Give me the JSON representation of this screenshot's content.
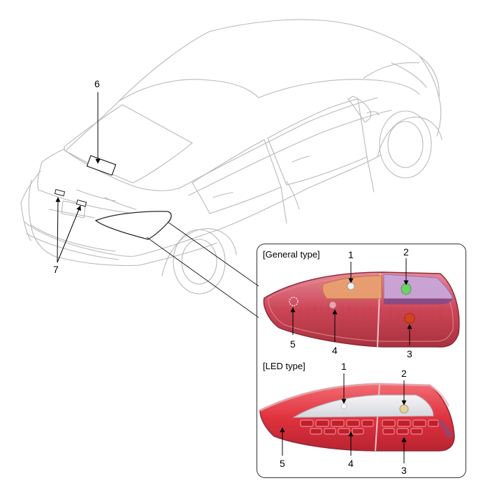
{
  "panels": {
    "general_title": "[General type]",
    "led_title": "[LED type]"
  },
  "callouts": {
    "main": {
      "c6": "6",
      "c7": "7"
    },
    "general": {
      "c1": "1",
      "c2": "2",
      "c3": "3",
      "c4": "4",
      "c5": "5"
    },
    "led": {
      "c1": "1",
      "c2": "2",
      "c3": "3",
      "c4": "4",
      "c5": "5"
    }
  },
  "colors": {
    "car_line": "#b9b9b9",
    "lamp_red": "#cc4556",
    "lamp_edge": "#8e2a3a",
    "amber": "#e8a070",
    "violet": "#c9a6d8",
    "green_bulb": "#6fcf6a",
    "orange_bulb": "#d2451c",
    "led_red": "#e0333f",
    "lens_white": "#e9e9ee"
  }
}
